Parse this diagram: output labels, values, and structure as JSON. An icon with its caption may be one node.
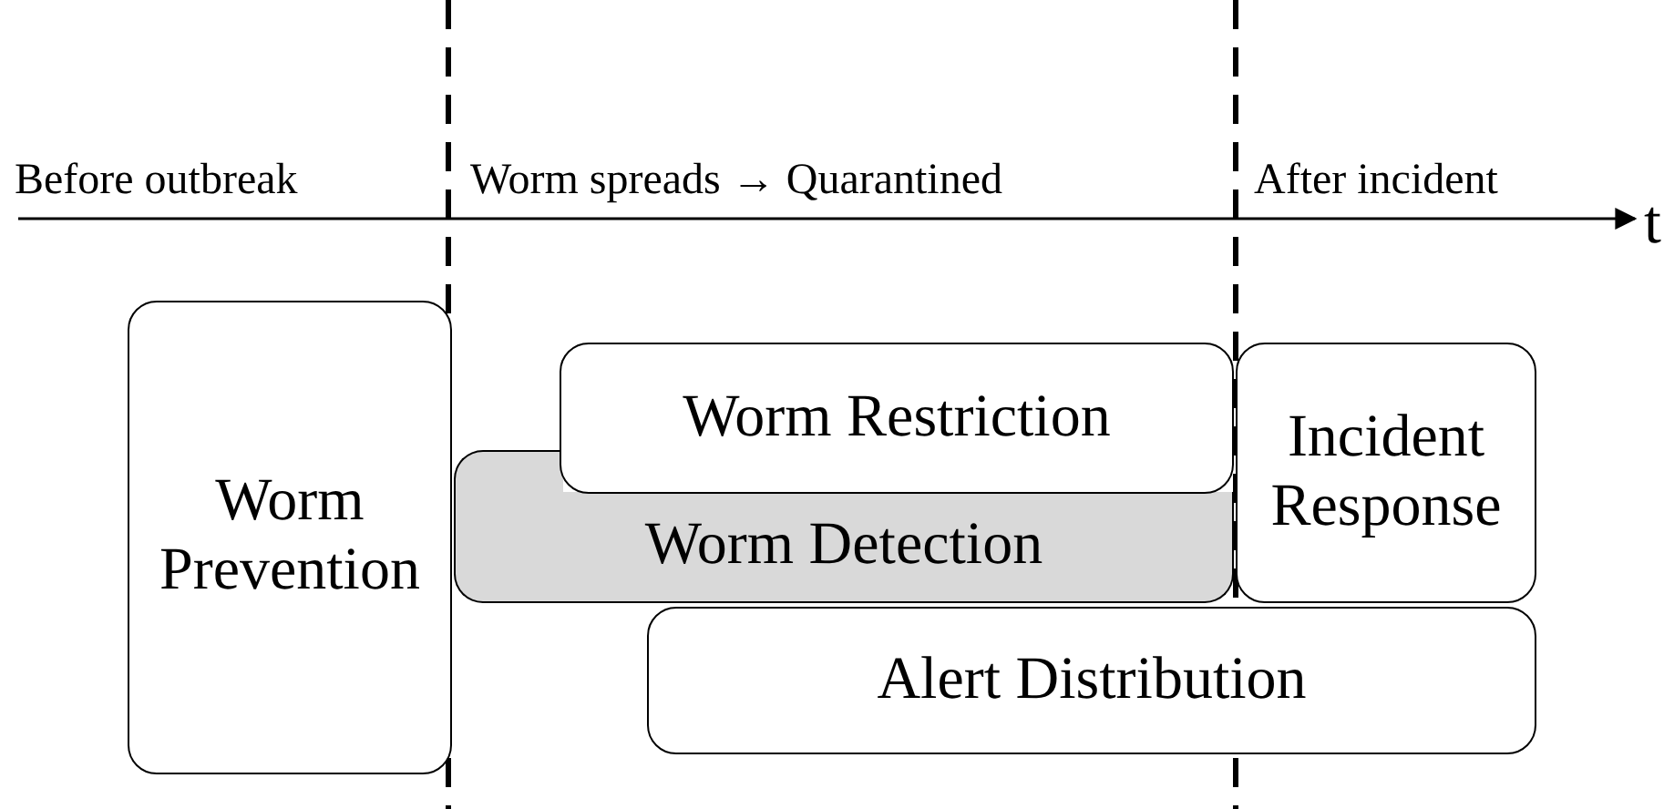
{
  "diagram": {
    "nodes": [
      {
        "text": [
          "Worm Prevention"
        ]
      },
      {
        "text": [
          "Worm Detection"
        ]
      },
      {
        "text": [
          "Worm Restriction"
        ]
      },
      {
        "text": [
          "Incident Response"
        ]
      },
      {
        "text": [
          "Alert Distribution"
        ]
      }
    ],
    "labels": [
      "Before outbreak",
      "Worm spreads → Quarantined",
      "After incident",
      "t"
    ]
  }
}
